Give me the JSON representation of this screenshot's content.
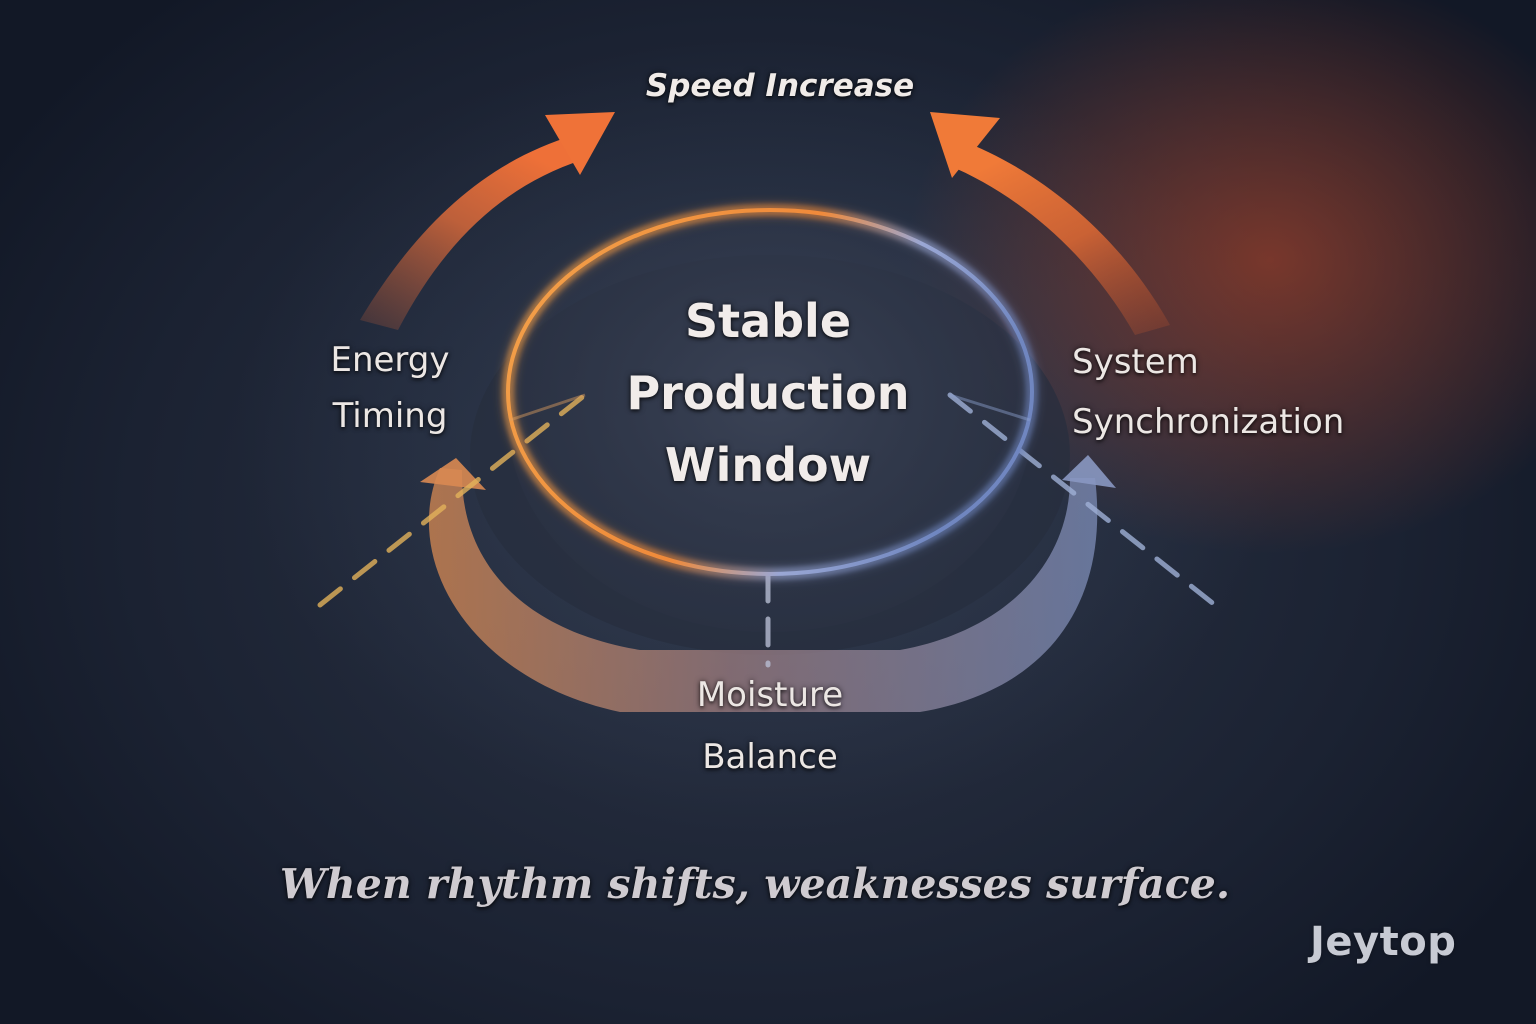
{
  "center": {
    "line1": "Stable",
    "line2": "Production",
    "line3": "Window"
  },
  "top_label": "Speed Increase",
  "left_label": {
    "line1": "Energy",
    "line2": "Timing"
  },
  "right_label": {
    "line1": "System",
    "line2": "Synchronization"
  },
  "bottom_label": {
    "line1": "Moisture",
    "line2": "Balance"
  },
  "tagline": "When rhythm shifts, weaknesses surface.",
  "brand": "Jeytop",
  "colors": {
    "orange_glow": "#f08a3a",
    "blue_glow": "#7f96c8",
    "background": "#1f2738",
    "text": "#ece7e4"
  }
}
